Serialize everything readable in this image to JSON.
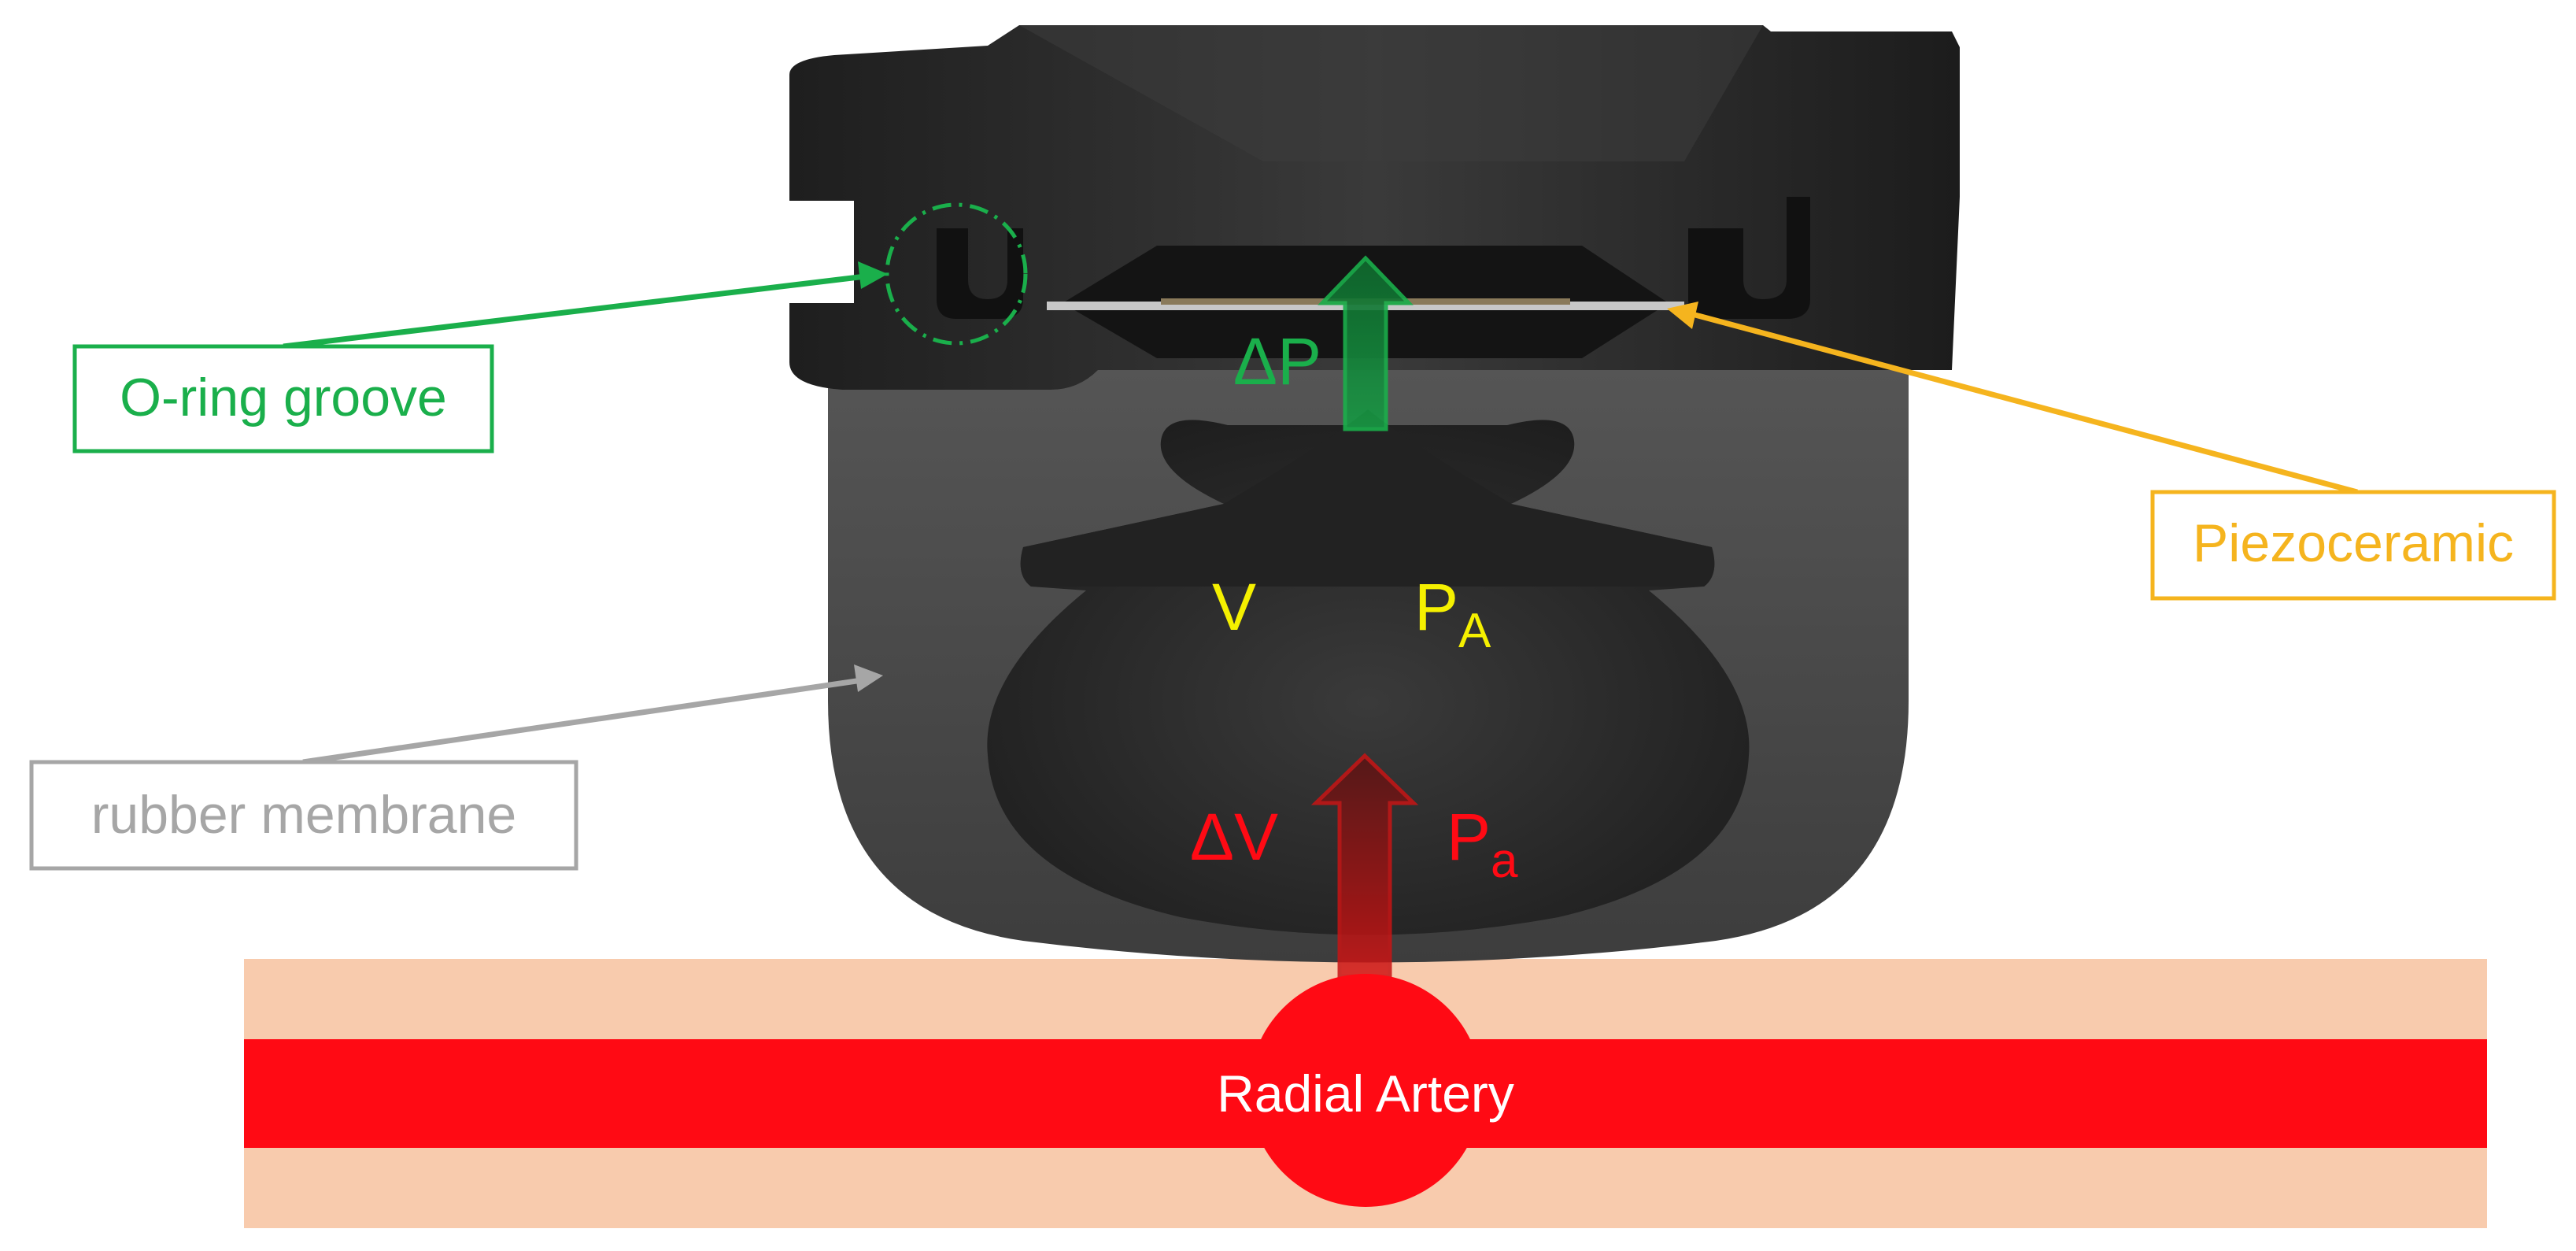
{
  "labels": {
    "oring": "O-ring groove",
    "piezo": "Piezoceramic",
    "membrane": "rubber membrane",
    "artery": "Radial Artery",
    "delta_p": "ΔP",
    "volume": "V",
    "p_main": "P",
    "p_sub_upper": "A",
    "delta_v": "ΔV",
    "pa_main": "P",
    "pa_sub": "a"
  },
  "colors": {
    "green": "#1aaf4b",
    "yellow": "#f5b41e",
    "gray": "#a6a6a6",
    "red": "#ff0a14",
    "skin": "#f8cbad",
    "housing": "#2b2b2b",
    "membrane": "#4a4a4a",
    "label_yellow": "#f5f000"
  }
}
